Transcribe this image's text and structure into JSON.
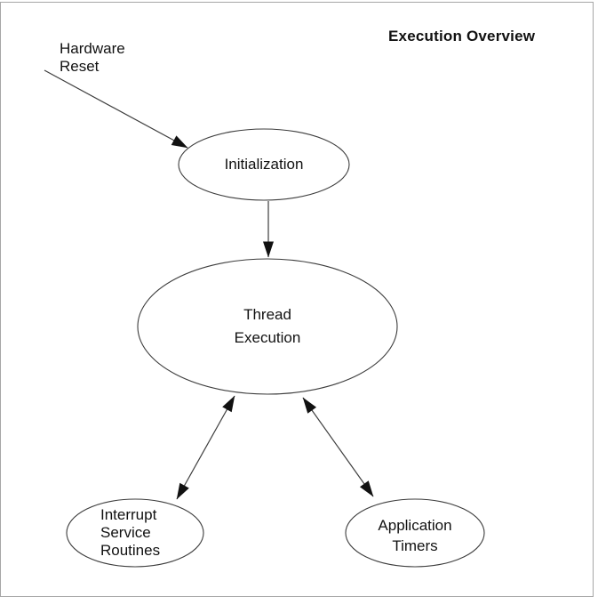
{
  "diagram": {
    "title": "Execution Overview",
    "nodes": {
      "hardware_reset": {
        "lines": [
          "Hardware",
          "Reset"
        ]
      },
      "initialization": {
        "label": "Initialization"
      },
      "thread_execution": {
        "lines": [
          "Thread",
          "Execution"
        ]
      },
      "interrupt_service_routines": {
        "lines": [
          "Interrupt",
          "Service",
          "Routines"
        ]
      },
      "application_timers": {
        "lines": [
          "Application",
          "Timers"
        ]
      }
    },
    "edges": [
      {
        "from": "Hardware Reset",
        "to": "Initialization",
        "direction": "one-way"
      },
      {
        "from": "Initialization",
        "to": "Thread Execution",
        "direction": "one-way"
      },
      {
        "from": "Thread Execution",
        "to": "Interrupt Service Routines",
        "direction": "two-way"
      },
      {
        "from": "Thread Execution",
        "to": "Application Timers",
        "direction": "two-way"
      }
    ],
    "colors": {
      "background": "#ffffff",
      "frame_border": "#a6a6a6",
      "node_stroke": "#3d3d3d",
      "arrow_fill": "#111111",
      "text": "#111111"
    }
  }
}
